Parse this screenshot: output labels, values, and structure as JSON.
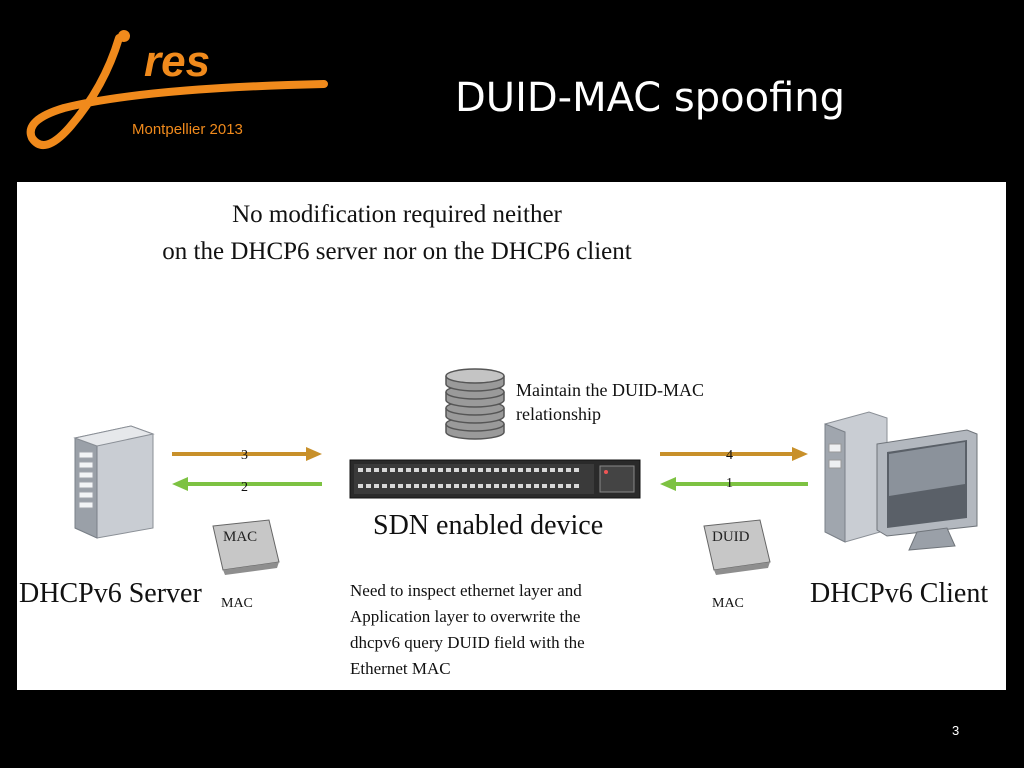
{
  "logo": {
    "text": "jres",
    "subtitle": "Montpellier 2013",
    "color": "#f08a1c"
  },
  "slide": {
    "title": "DUID-MAC spoofing",
    "page_number": "3"
  },
  "panel": {
    "headline_line1": "No modification required neither",
    "headline_line2": "on the DHCP6 server nor on the DHCP6 client",
    "maintain_line1": "Maintain the DUID-MAC",
    "maintain_line2": "relationship",
    "sdn_label": "SDN enabled device",
    "inspect_lines": [
      "Need to inspect ethernet layer and",
      "Application layer to overwrite the",
      "dhcpv6 query DUID field with the",
      "Ethernet MAC"
    ],
    "server_label": "DHCPv6 Server",
    "client_label": "DHCPv6 Client",
    "left_card": "MAC",
    "left_under": "MAC",
    "right_card": "DUID",
    "right_under": "MAC",
    "arrows": {
      "left_top": "3",
      "left_bottom": "2",
      "right_top": "4",
      "right_bottom": "1"
    }
  },
  "colors": {
    "orange_arrow": "#c8902a",
    "green_arrow": "#7dc242"
  }
}
